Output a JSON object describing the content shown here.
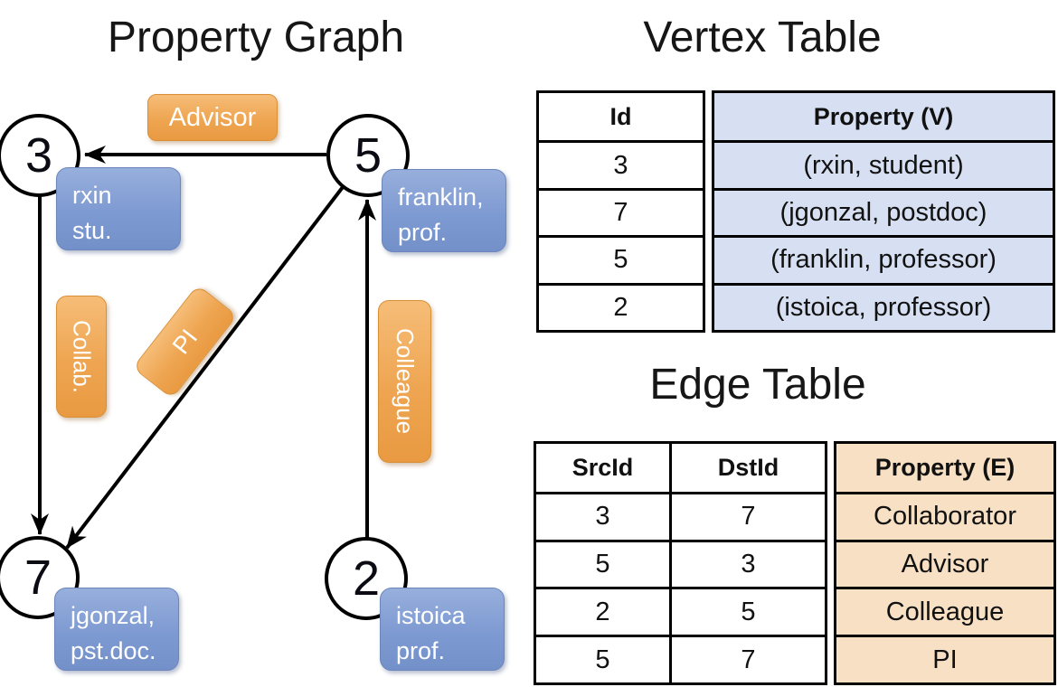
{
  "graph": {
    "title": "Property Graph",
    "nodes": [
      {
        "id": "3",
        "prop_line1": "rxin",
        "prop_line2": "stu."
      },
      {
        "id": "5",
        "prop_line1": "franklin,",
        "prop_line2": "prof."
      },
      {
        "id": "7",
        "prop_line1": "jgonzal,",
        "prop_line2": "pst.doc."
      },
      {
        "id": "2",
        "prop_line1": "istoica",
        "prop_line2": "prof."
      }
    ],
    "edges": [
      {
        "src": "5",
        "dst": "3",
        "label": "Advisor"
      },
      {
        "src": "3",
        "dst": "7",
        "label": "Collab."
      },
      {
        "src": "5",
        "dst": "7",
        "label": "PI"
      },
      {
        "src": "2",
        "dst": "5",
        "label": "Colleague"
      }
    ]
  },
  "vertex_table": {
    "title": "Vertex Table",
    "headers": {
      "id": "Id",
      "property": "Property (V)"
    },
    "rows": [
      {
        "id": "3",
        "property": "(rxin, student)"
      },
      {
        "id": "7",
        "property": "(jgonzal, postdoc)"
      },
      {
        "id": "5",
        "property": "(franklin, professor)"
      },
      {
        "id": "2",
        "property": "(istoica, professor)"
      }
    ]
  },
  "edge_table": {
    "title": "Edge Table",
    "headers": {
      "src": "SrcId",
      "dst": "DstId",
      "property": "Property (E)"
    },
    "rows": [
      {
        "src": "3",
        "dst": "7",
        "property": "Collaborator"
      },
      {
        "src": "5",
        "dst": "3",
        "property": "Advisor"
      },
      {
        "src": "2",
        "dst": "5",
        "property": "Colleague"
      },
      {
        "src": "5",
        "dst": "7",
        "property": "PI"
      }
    ]
  },
  "colors": {
    "edge_label_orange": "#eea551",
    "vertex_box_blue": "#7e9ad2",
    "vertex_table_fill": "#d7e0f2",
    "edge_table_fill": "#f7e0c3",
    "line_black": "#000000"
  }
}
